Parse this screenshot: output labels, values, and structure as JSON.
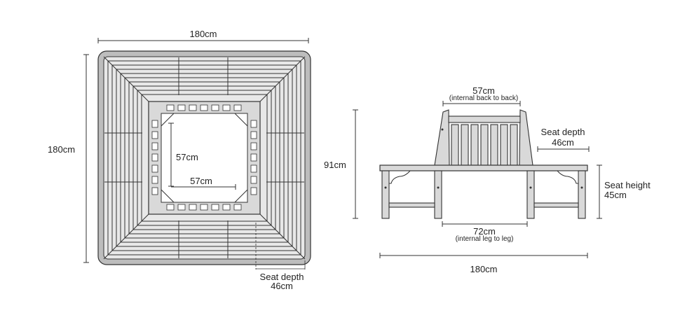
{
  "top_view": {
    "width_label": "180cm",
    "height_label": "180cm",
    "inner_vertical_label": "57cm",
    "inner_horizontal_label": "57cm",
    "seat_depth_title": "Seat depth",
    "seat_depth_value": "46cm"
  },
  "side_view": {
    "back_to_back_value": "57cm",
    "back_to_back_note": "(internal back to back)",
    "height_label": "91cm",
    "seat_depth_title": "Seat depth",
    "seat_depth_value": "46cm",
    "seat_height_title": "Seat height",
    "seat_height_value": "45cm",
    "leg_to_leg_value": "72cm",
    "leg_to_leg_note": "(internal leg to leg)",
    "width_label": "180cm"
  },
  "colors": {
    "line": "#333333",
    "fill": "#bdbdbd",
    "panel": "#d9d9d9"
  }
}
